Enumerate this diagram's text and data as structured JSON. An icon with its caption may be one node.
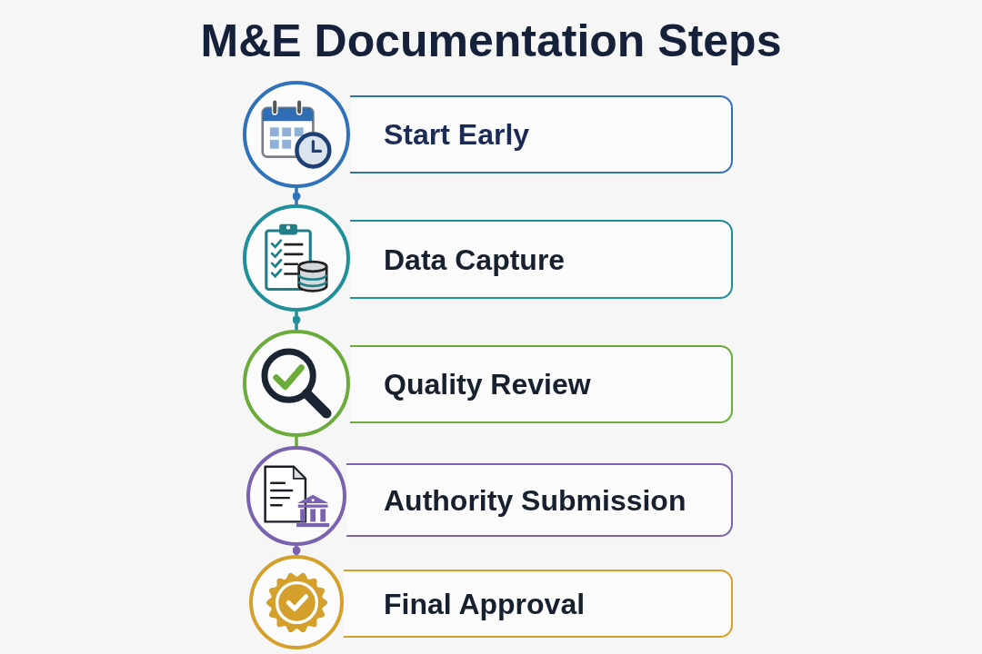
{
  "diagram": {
    "title": "M&E Documentation Steps",
    "nodes": [
      {
        "text": [],
        "shape": "circle"
      },
      {
        "text": [
          "Start Early"
        ]
      },
      {
        "text": [],
        "shape": "circle"
      },
      {
        "text": [
          "Data Capture"
        ]
      },
      {
        "text": [],
        "shape": "circle"
      },
      {
        "text": [
          "Quality Review"
        ]
      },
      {
        "text": [],
        "shape": "circle"
      },
      {
        "text": [
          "Authority Submission"
        ]
      },
      {
        "text": [],
        "shape": "circle"
      },
      {
        "text": [
          "Final Approval"
        ]
      }
    ],
    "edges": [
      {
        "from": 0,
        "to": 2,
        "arrow": "other",
        "color": "#2f72bb"
      },
      {
        "from": 2,
        "to": 4,
        "arrow": "other",
        "color": "#1f8f9a"
      },
      {
        "from": 4,
        "to": 6,
        "arrow": "none",
        "color": "#6aab3a"
      },
      {
        "from": 6,
        "to": 8,
        "arrow": "other",
        "color": "#7b62b0"
      }
    ]
  }
}
